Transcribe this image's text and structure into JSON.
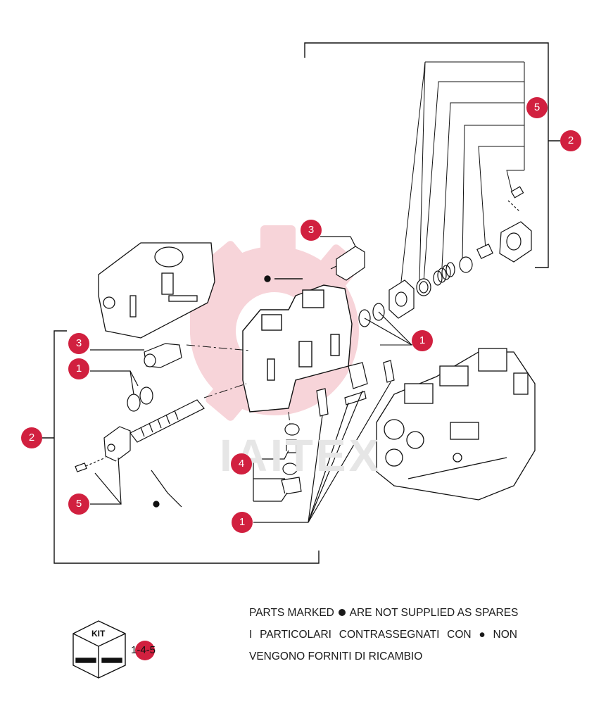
{
  "callouts": {
    "c5_top": "5",
    "c2_right": "2",
    "c3_top": "3",
    "c1_right": "1",
    "c3_left": "3",
    "c1_left": "1",
    "c2_left": "2",
    "c4": "4",
    "c5_bottom": "5",
    "c1_bottom": "1"
  },
  "notes": {
    "line1_a": "PARTS MARKED",
    "line1_b": "ARE NOT SUPPLIED AS SPARES",
    "line2_words": [
      "I",
      "PARTICOLARI",
      "CONTRASSEGNATI",
      "CON",
      "●",
      "NON"
    ],
    "line3": "VENGONO FORNITI DI RICAMBIO"
  },
  "kit": {
    "label": "KIT",
    "ref": "1-4-5"
  },
  "watermark": "IAITEX",
  "colors": {
    "callout": "#d1203f",
    "gear_watermark": "#f6c9cf",
    "line": "#111111"
  }
}
